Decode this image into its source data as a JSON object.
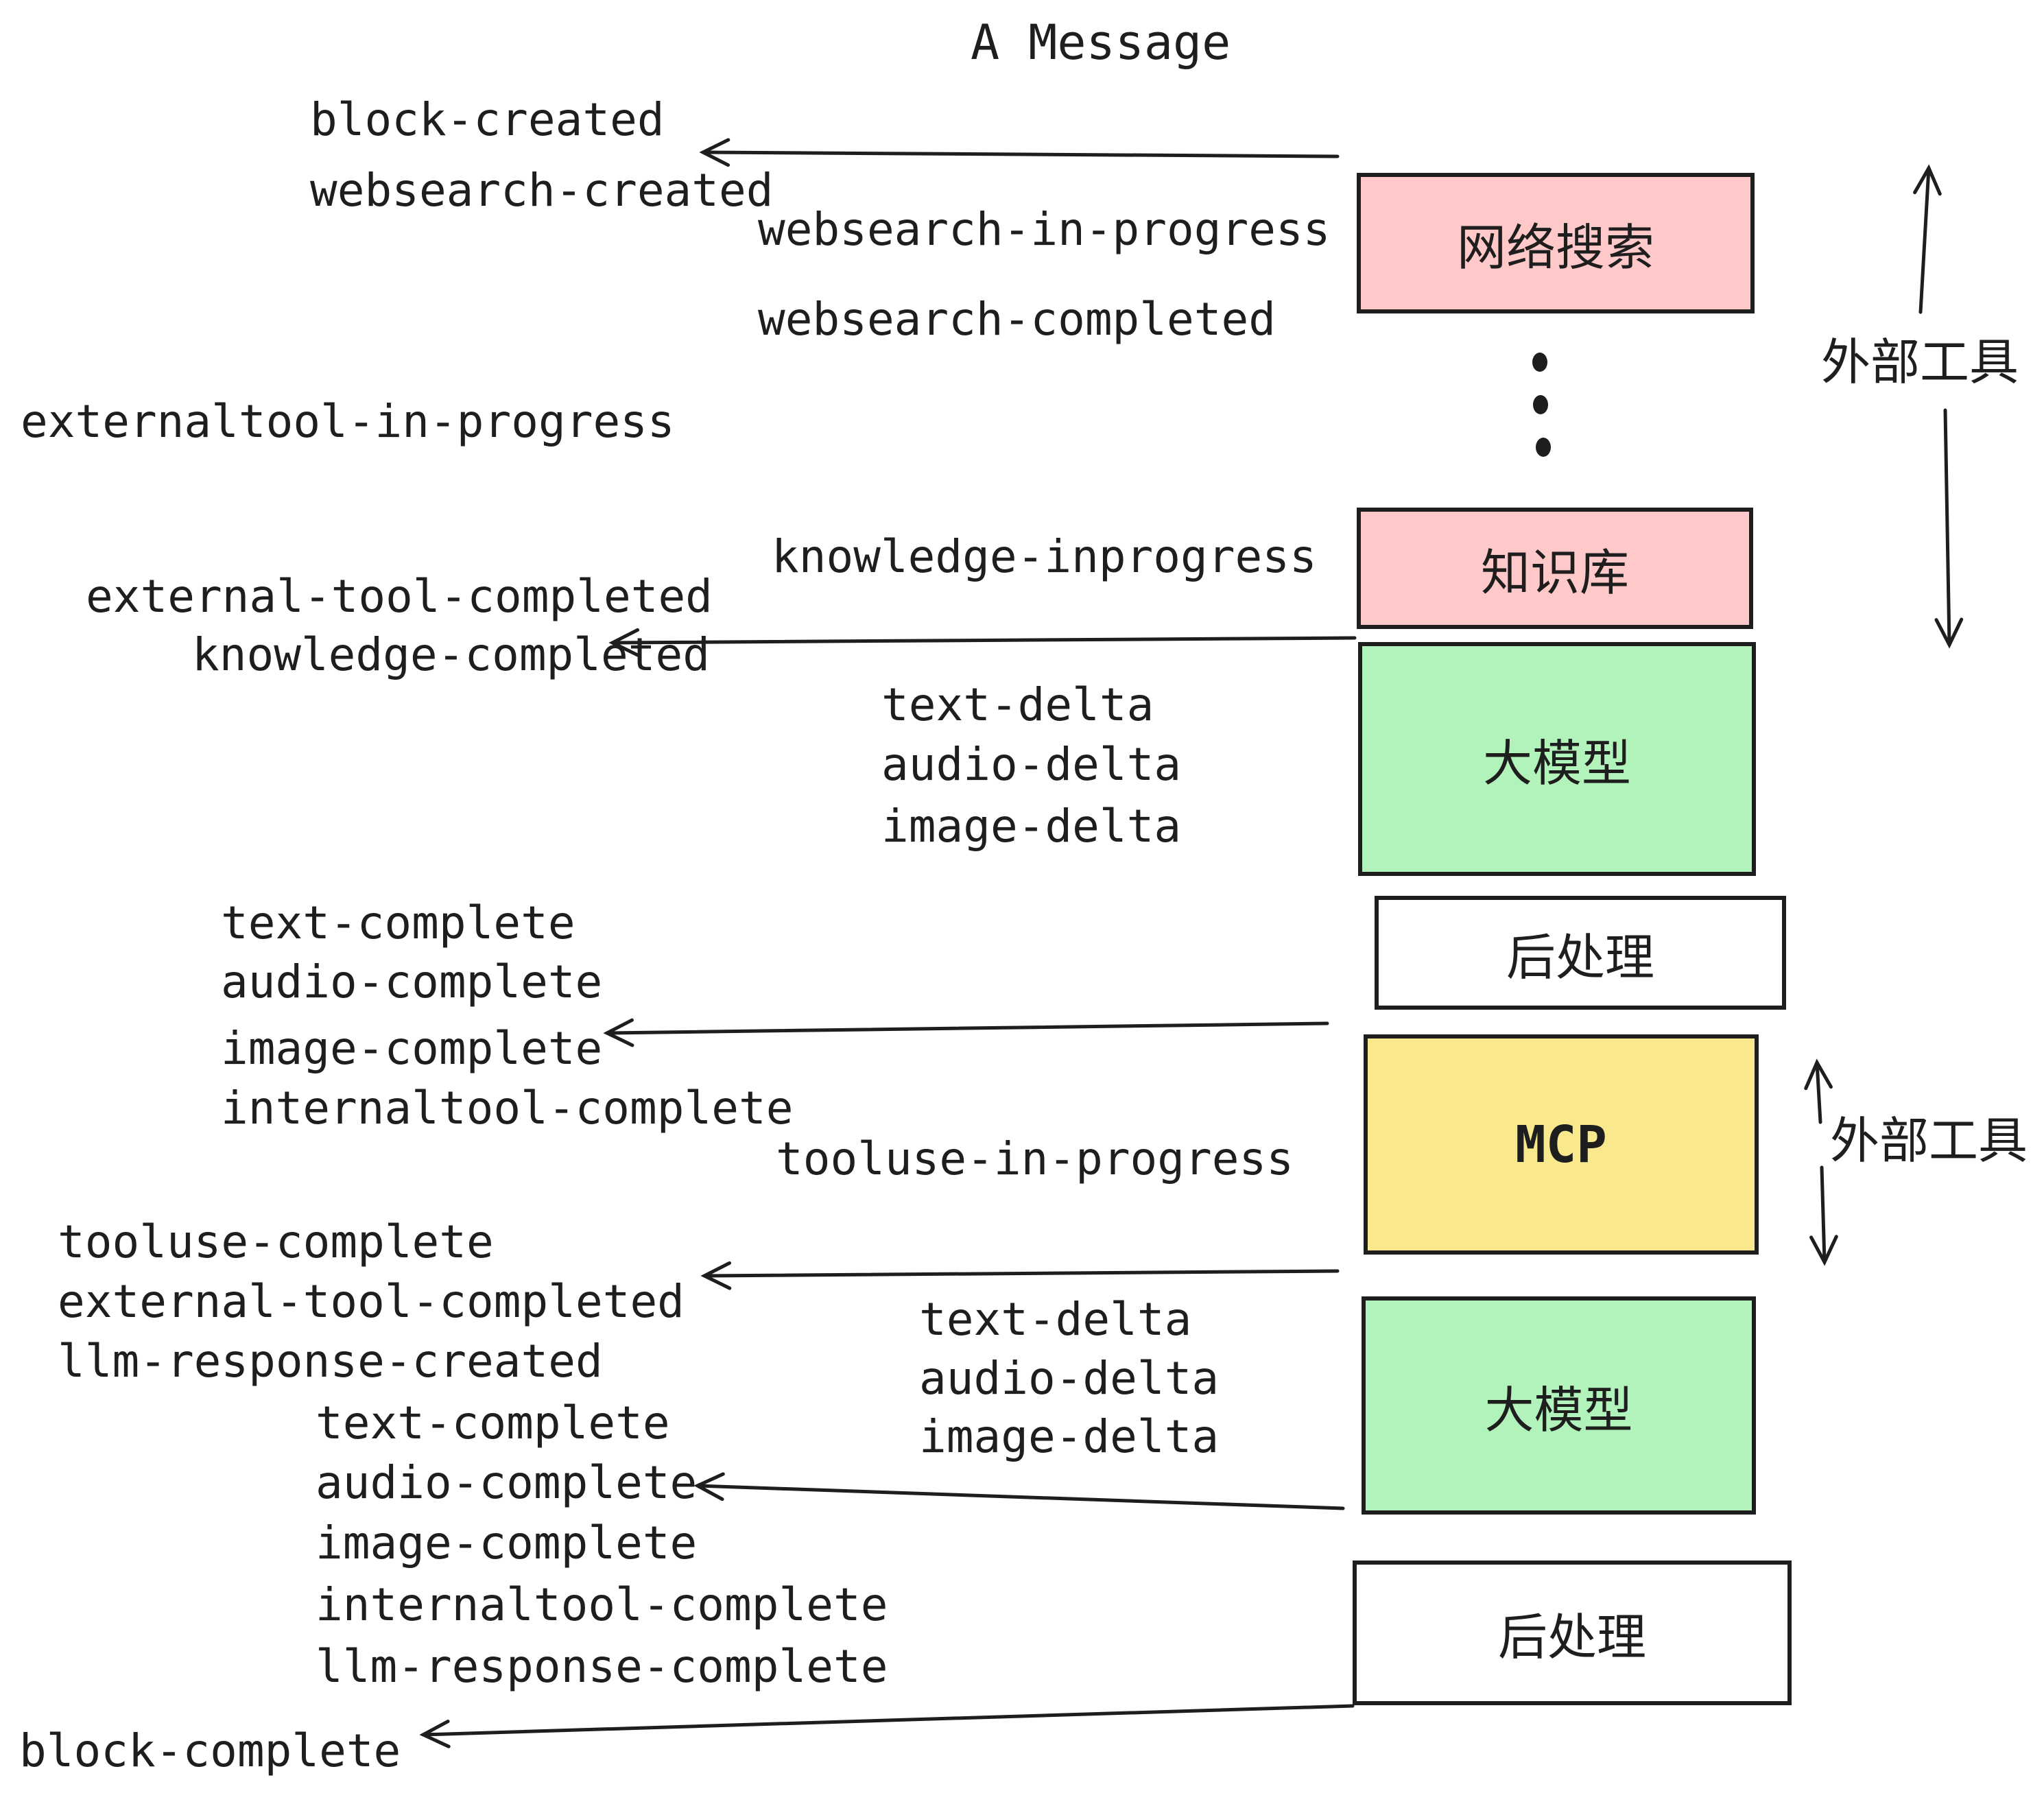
{
  "title": "A Message",
  "colors": {
    "pink": "#ffc9c9",
    "green": "#b2f2bb",
    "yellow": "#fae98c",
    "white": "#ffffff",
    "ink": "#1e1e1e"
  },
  "events": {
    "block_created": "block-created",
    "websearch_created": "websearch-created",
    "websearch_in_progress": "websearch-in-progress",
    "websearch_completed": "websearch-completed",
    "externaltool_in_progress": "externaltool-in-progress",
    "knowledge_inprogress": "knowledge-inprogress",
    "external_tool_completed": "external-tool-completed",
    "knowledge_completed": "knowledge-completed",
    "text_delta": "text-delta",
    "audio_delta": "audio-delta",
    "image_delta": "image-delta",
    "text_complete": "text-complete",
    "audio_complete": "audio-complete",
    "image_complete": "image-complete",
    "internaltool_complete": "internaltool-complete",
    "tooluse_in_progress": "tooluse-in-progress",
    "tooluse_complete": "tooluse-complete",
    "llm_response_created": "llm-response-created",
    "llm_response_complete": "llm-response-complete",
    "block_complete": "block-complete"
  },
  "boxes": {
    "websearch": {
      "label": "网络搜索",
      "fill": "#ffc9c9"
    },
    "knowledge": {
      "label": "知识库",
      "fill": "#ffc9c9"
    },
    "llm_top": {
      "label": "大模型",
      "fill": "#b2f2bb"
    },
    "post_top": {
      "label": "后处理",
      "fill": "#ffffff"
    },
    "mcp": {
      "label": "MCP",
      "fill": "#fae98c"
    },
    "llm_bottom": {
      "label": "大模型",
      "fill": "#b2f2bb"
    },
    "post_bottom": {
      "label": "后处理",
      "fill": "#ffffff"
    }
  },
  "annotations": {
    "external_tools": "外部工具"
  }
}
